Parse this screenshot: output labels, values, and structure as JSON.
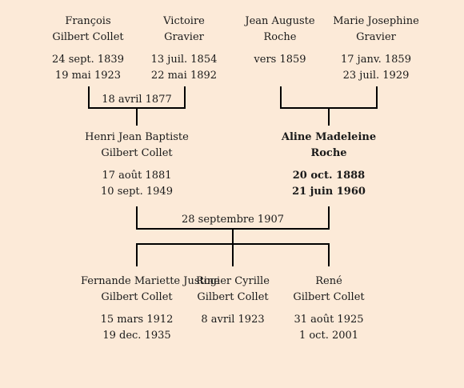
{
  "persons": {
    "francois": {
      "given": "François",
      "family": "Gilbert Collet",
      "birth": "24 sept. 1839",
      "death": "19 mai 1923"
    },
    "victoire": {
      "given": "Victoire",
      "family": "Gravier",
      "birth": "13 juil. 1854",
      "death": "22 mai 1892"
    },
    "jean": {
      "given": "Jean Auguste",
      "family": "Roche",
      "birth": "vers 1859",
      "death": ""
    },
    "marie": {
      "given": "Marie Josephine",
      "family": "Gravier",
      "birth": "17 janv. 1859",
      "death": "23 juil. 1929"
    },
    "henri": {
      "given": "Henri Jean Baptiste",
      "family": "Gilbert Collet",
      "birth": "17 août 1881",
      "death": "10 sept. 1949"
    },
    "aline": {
      "given": "Aline Madeleine",
      "family": "Roche",
      "birth": "20 oct. 1888",
      "death": "21 juin 1960"
    },
    "fernande": {
      "given": "Fernande Mariette Justine",
      "family": "Gilbert Collet",
      "birth": "15 mars 1912",
      "death": "19 dec. 1935"
    },
    "rogier": {
      "given": "Rogier Cyrille",
      "family": "Gilbert Collet",
      "birth": "8 avril 1923",
      "death": ""
    },
    "rene": {
      "given": "René",
      "family": "Gilbert Collet",
      "birth": "31 août 1925",
      "death": "1 oct. 2001"
    }
  },
  "unions": {
    "francois_victoire": "18 avril 1877",
    "henri_aline": "28 septembre 1907"
  }
}
